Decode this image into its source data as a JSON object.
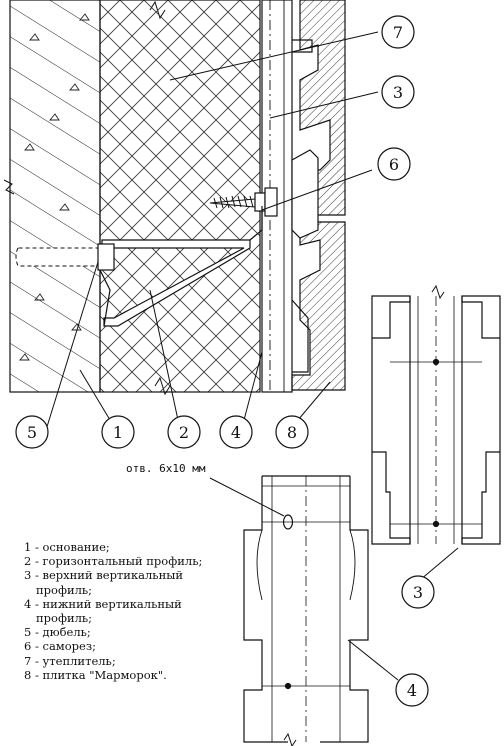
{
  "callouts": {
    "c1": "1",
    "c2": "2",
    "c3_main": "3",
    "c3_side": "3",
    "c4_main": "4",
    "c4_side": "4",
    "c5": "5",
    "c6": "6",
    "c7": "7",
    "c8": "8"
  },
  "hole_note": "отв. 6х10 мм",
  "legend": [
    "1 - основание;",
    "2 - горизонтальный профиль;",
    "3 - верхний вертикальный",
    "профиль;",
    "4 - нижний вертикальный",
    "профиль;",
    "5 - дюбель;",
    "6 - саморез;",
    "7 - утеплитель;",
    "8 - плитка \"Марморок\"."
  ],
  "colors": {
    "ink": "#111111",
    "paper": "#ffffff"
  }
}
